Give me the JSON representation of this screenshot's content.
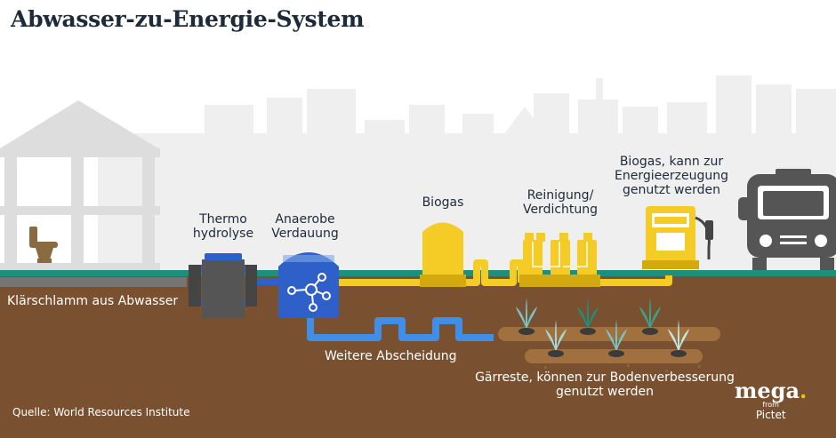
{
  "title": "Abwasser-zu-Energie-System",
  "labels": {
    "thermo": [
      "Thermo",
      "hydrolyse"
    ],
    "anaerobe": [
      "Anaerobe",
      "Verdauung"
    ],
    "biogas": "Biogas",
    "reinigung": [
      "Reinigung/",
      "Verdichtung"
    ],
    "biogas_energy": [
      "Biogas, kann zur",
      "Energieerzeugung",
      "genutzt werden"
    ],
    "klaerschlamm": "Klärschlamm aus Abwasser",
    "abscheidung": "Weitere Abscheidung",
    "gaerreste": [
      "Gärreste, können zur Bodenverbesserung",
      "genutzt werden"
    ]
  },
  "source": "Quelle: World Resources Institute",
  "logo": {
    "brand": "mega",
    "from": "from",
    "company": "Pictet"
  },
  "colors": {
    "soil": "#7a5130",
    "grass": "#1f8f7d",
    "skyline": "#efefef",
    "house": "#dddddd",
    "pipe_yellow": "#f5cc25",
    "pipe_blue": "#3f8fe8",
    "digester": "#2f5fc8",
    "title_text": "#1d2a3a"
  },
  "icons": [
    "toilet-icon",
    "thermo-reactor-icon",
    "digester-icon",
    "gas-tank-icon",
    "purifier-icon",
    "fuel-pump-icon",
    "truck-icon",
    "plant-icon"
  ]
}
